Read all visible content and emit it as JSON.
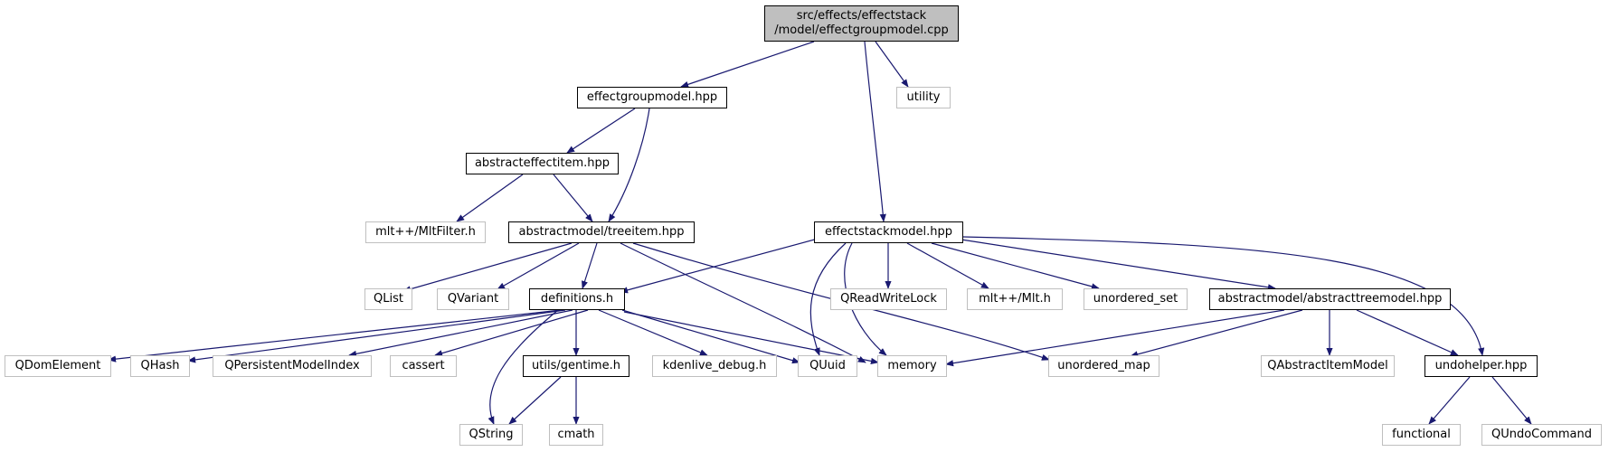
{
  "colors": {
    "edge": "#191970",
    "root_fill": "#bfbfbf",
    "local_border": "#000000",
    "external_border": "#bfbfbf"
  },
  "nodes": {
    "root": {
      "line1": "src/effects/effectstack",
      "line2": "/model/effectgroupmodel.cpp"
    },
    "effectgroupmodel_hpp": "effectgroupmodel.hpp",
    "utility": "utility",
    "abstracteffectitem_hpp": "abstracteffectitem.hpp",
    "mltfilter_h": "mlt++/MltFilter.h",
    "treeitem_hpp": "abstractmodel/treeitem.hpp",
    "effectstackmodel_hpp": "effectstackmodel.hpp",
    "qlist": "QList",
    "qvariant": "QVariant",
    "definitions_h": "definitions.h",
    "qreadwritelock": "QReadWriteLock",
    "mlt_h": "mlt++/Mlt.h",
    "unordered_set": "unordered_set",
    "abstracttreemodel_hpp": "abstractmodel/abstracttreemodel.hpp",
    "qdomelement": "QDomElement",
    "qhash": "QHash",
    "qpersistentmodelindex": "QPersistentModelIndex",
    "cassert": "cassert",
    "gentime_h": "utils/gentime.h",
    "kdenlive_debug_h": "kdenlive_debug.h",
    "quuid": "QUuid",
    "memory": "memory",
    "unordered_map": "unordered_map",
    "qabstractitemmodel": "QAbstractItemModel",
    "undohelper_hpp": "undohelper.hpp",
    "qstring": "QString",
    "cmath": "cmath",
    "functional": "functional",
    "qundocommand": "QUndoCommand"
  }
}
